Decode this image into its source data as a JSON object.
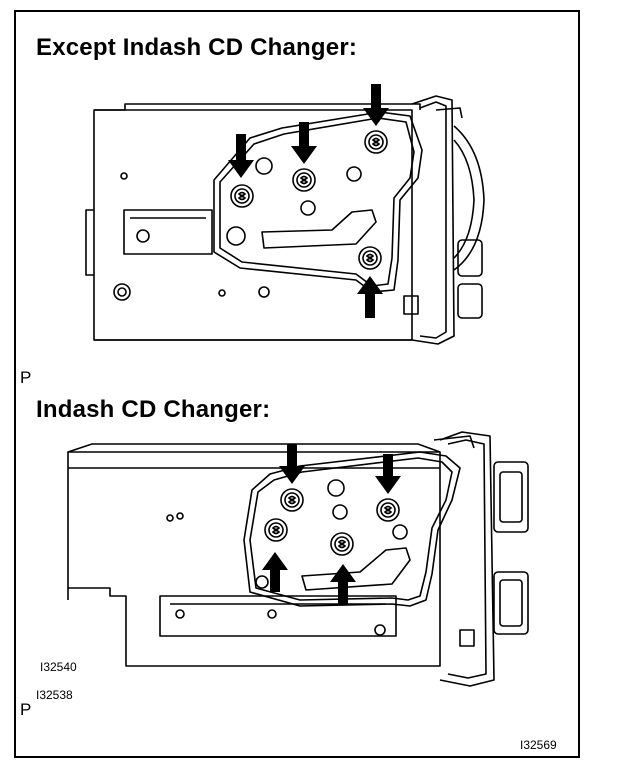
{
  "sections": [
    {
      "title": "Except Indash CD Changer:",
      "marker": "P"
    },
    {
      "title": "Indash CD Changer:",
      "marker": "P"
    }
  ],
  "codes": [
    "I32540",
    "I32538",
    "I32569"
  ]
}
